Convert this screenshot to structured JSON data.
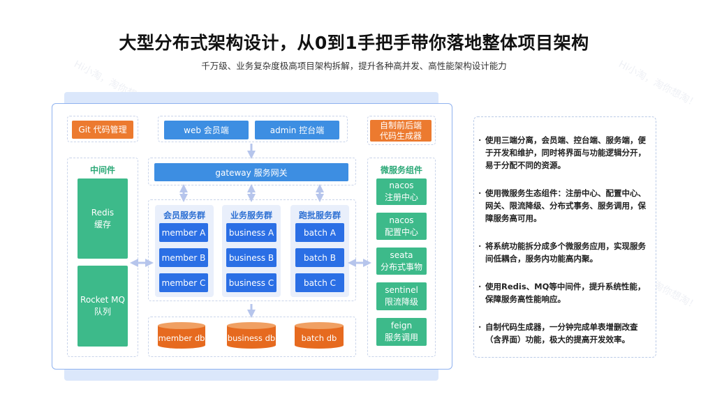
{
  "header": {
    "title": "大型分布式架构设计，从0到1手把手带你落地整体项目架构",
    "subtitle": "千万级、业务复杂度极高项目架构拆解，提升各种高并发、高性能架构设计能力"
  },
  "watermark": "Hi小淘，淘你想淘！",
  "top": {
    "git": "Git 代码管理",
    "web": "web 会员端",
    "admin": "admin 控台端",
    "generator": "自制前后端\n代码生成器"
  },
  "gateway": "gateway 服务网关",
  "middleware": {
    "title": "中间件",
    "redis": "Redis\n缓存",
    "mq": "Rocket MQ\n队列"
  },
  "groups": [
    {
      "title": "会员服务群",
      "items": [
        "member A",
        "member B",
        "member C"
      ]
    },
    {
      "title": "业务服务群",
      "items": [
        "business A",
        "business B",
        "business C"
      ]
    },
    {
      "title": "跑批服务群",
      "items": [
        "batch A",
        "batch B",
        "batch C"
      ]
    }
  ],
  "dbs": [
    "member db",
    "business db",
    "batch db"
  ],
  "microservices": {
    "title": "微服务组件",
    "items": [
      "nacos\n注册中心",
      "nacos\n配置中心",
      "seata\n分布式事物",
      "sentinel\n限流降级",
      "feign\n服务调用"
    ]
  },
  "descriptions": [
    "使用三端分离，会员端、控台端、服务端，便于开发和维护，同时将界面与功能逻辑分开，易于分配不同的资源。",
    "使用微服务生态组件：注册中心、配置中心、网关、限流降级、分布式事务、服务调用，保障服务高可用。",
    "将系统功能拆分成多个微服务应用，实现服务间低耦合，服务内功能高内聚。",
    "使用Redis、MQ等中间件，提升系统性能，保障服务高性能响应。",
    "自制代码生成器，一分钟完成单表增删改查（含界面）功能，极大的提高开发效率。"
  ],
  "colors": {
    "orange": "#ec7a2f",
    "blue": "#3d8ee2",
    "service_blue": "#2b6fe5",
    "green": "#3dba8a",
    "db_orange": "#e66a1f"
  }
}
